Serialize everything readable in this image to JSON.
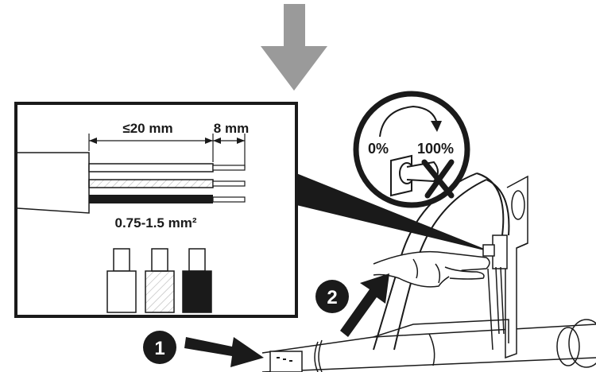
{
  "diagram": {
    "strip_length_label": "≤20 mm",
    "wire_end_label": "8 mm",
    "cross_section_label": "0.75-1.5 mm²",
    "dial_min_label": "0%",
    "dial_max_label": "100%",
    "step_1_label": "1",
    "step_2_label": "2",
    "icons": [
      "down-arrow-icon",
      "power-dial-icon",
      "socket-plug-icon",
      "no-power-cross-icon",
      "ferrule-icon",
      "step-arrow-icon"
    ],
    "colors": {
      "ink": "#1a1a1a",
      "arrow_gray": "#9a9a9a"
    }
  }
}
